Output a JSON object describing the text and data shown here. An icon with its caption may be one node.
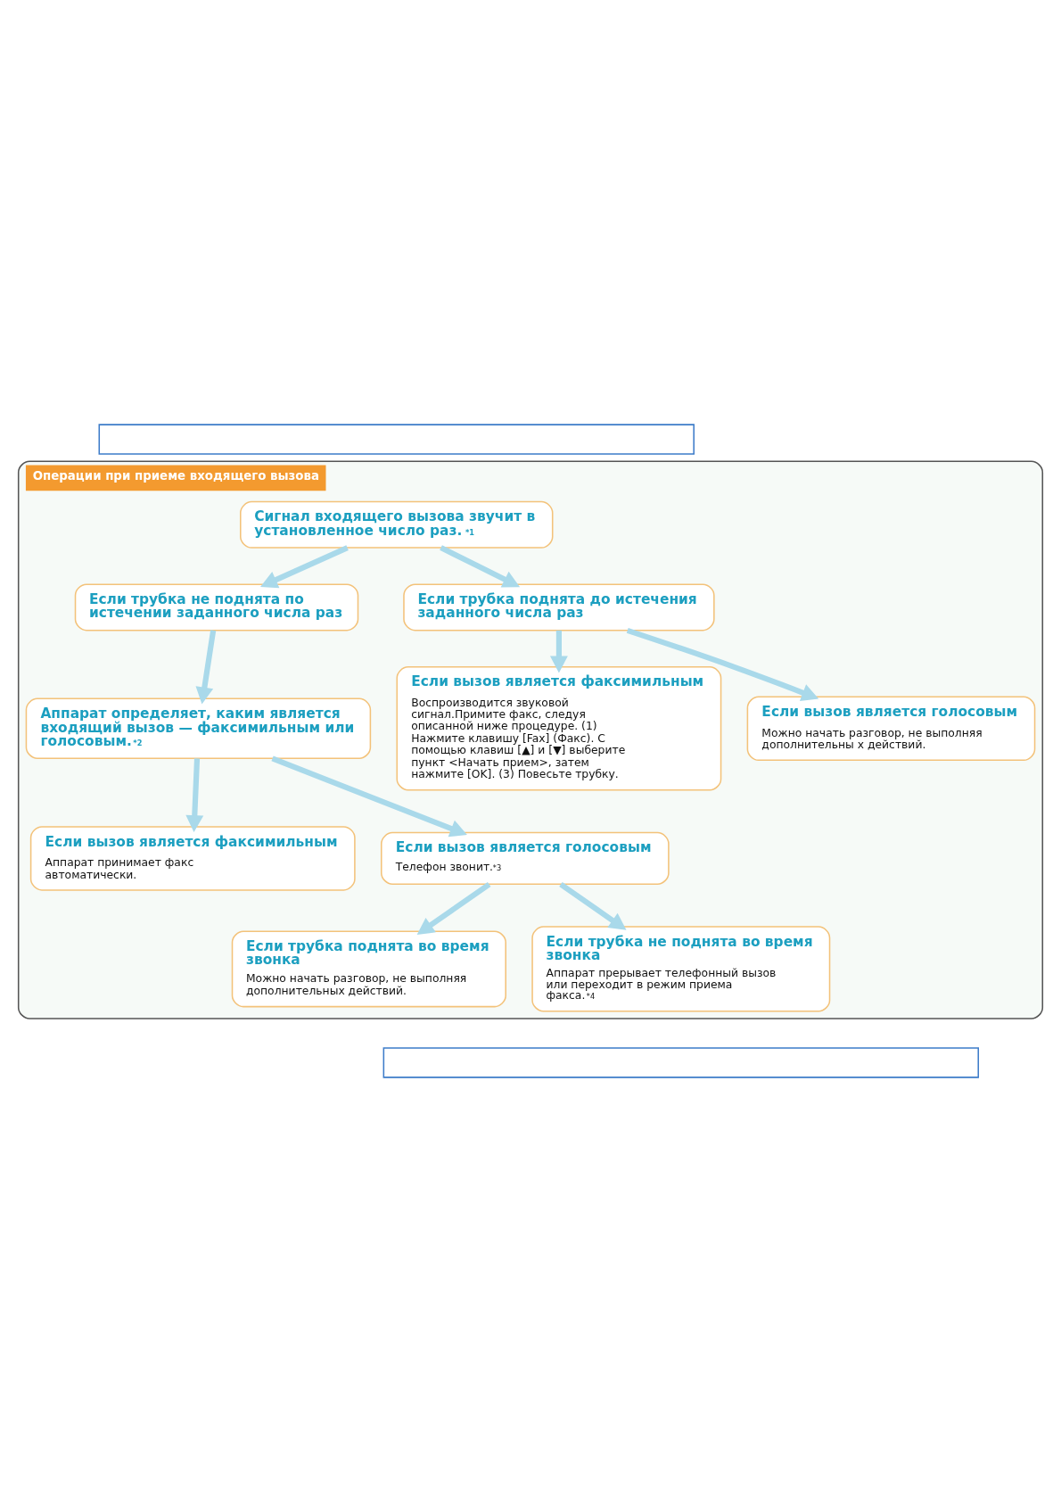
{
  "diagram": {
    "nodes": [
      {
        "text": [],
        "shape": "box"
      },
      {
        "text": [
          "Операции при приеме входящего вызова"
        ]
      },
      {
        "text": [
          "Сигнал входящего вызова звучит в установленное число раз.$^{*1}$"
        ],
        "in": 1
      },
      {
        "text": [
          "Если трубка не поднята по истечении заданного числа раз"
        ],
        "in": 1
      },
      {
        "text": [
          "Если трубка поднята до истечения заданного числа раз"
        ],
        "in": 1
      },
      {
        "text": [
          "Если вызов является факсимильным",
          "Воспроизводится звуковой сигнал.Примите факс, следуя описанной ниже процедуре. (1) Нажмите клавишу [Fax] (Факс). С помощью клавиш [▲] и [▼] выберите пункт <Начать прием>, затем нажмите [OK]. (3) Повесьте трубку."
        ],
        "in": 1
      },
      {
        "text": [
          "Если вызов является голосовым",
          "Можно начать разговор, не выполняя дополнительны х действий."
        ],
        "in": 1
      },
      {
        "text": [
          "Аппарат определяет, каким является входящий вызов — факсимильным или голосовым.$^{*2}$"
        ],
        "in": 1
      },
      {
        "text": [
          "Если вызов является факсимильным",
          "Аппарат принимает факс автоматически."
        ],
        "in": 1
      },
      {
        "text": [
          "Если вызов является голосовым",
          "Телефон звонит.$^{*3}$"
        ],
        "in": 1
      },
      {
        "text": [
          "Если трубка поднята во время звонка",
          "Можно начать разговор, не выполняя дополнительных действий."
        ],
        "in": 1
      },
      {
        "text": [
          "Если трубка не поднята во время звонка",
          "Аппарат прерывает телефонный вызов или переходит в режим приема факса.$^{*4}$"
        ],
        "in": 1
      },
      {
        "text": [],
        "shape": "box"
      }
    ],
    "edges": [
      {
        "from": 2,
        "to": 3,
        "arrow": "to"
      },
      {
        "from": 2,
        "to": 4,
        "arrow": "to"
      },
      {
        "from": 4,
        "to": 5,
        "arrow": "to"
      },
      {
        "from": 4,
        "to": 6,
        "arrow": "to"
      },
      {
        "from": 3,
        "to": 7,
        "arrow": "to"
      },
      {
        "from": 7,
        "to": 8,
        "arrow": "to"
      },
      {
        "from": 7,
        "to": 9,
        "arrow": "to"
      },
      {
        "from": 9,
        "to": 10,
        "arrow": "to"
      },
      {
        "from": 9,
        "to": 11,
        "arrow": "to"
      }
    ]
  }
}
